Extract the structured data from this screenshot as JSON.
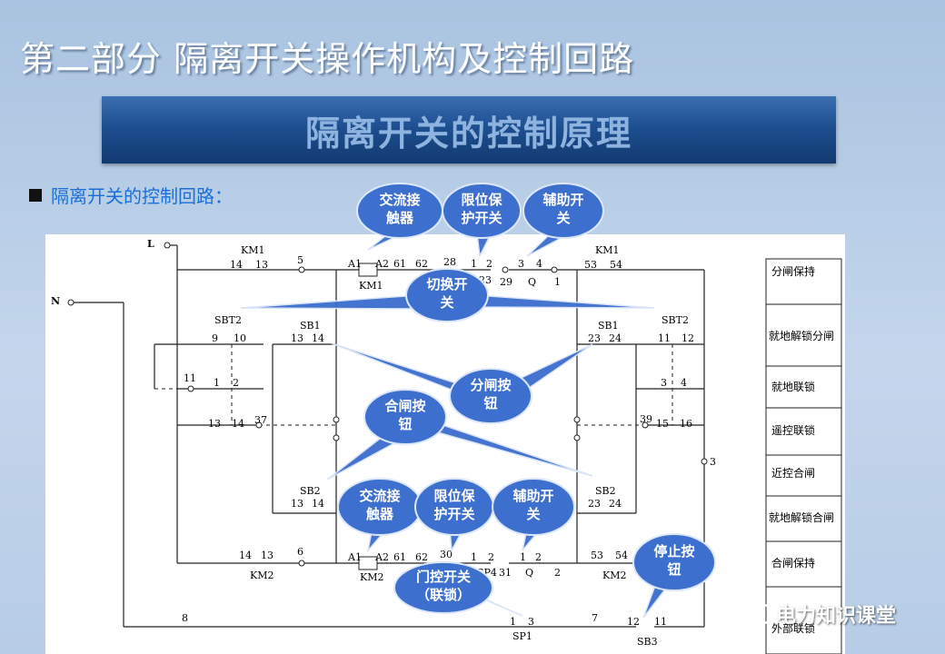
{
  "slide": {
    "title": "第二部分 隔离开关操作机构及控制回路",
    "banner": "隔离开关的控制原理",
    "bullet": "隔离开关的控制回路："
  },
  "callouts": [
    {
      "id": "c1",
      "text": "交流接\n触器"
    },
    {
      "id": "c2",
      "text": "限位保\n护开关"
    },
    {
      "id": "c3",
      "text": "辅助开\n关"
    },
    {
      "id": "c4",
      "text": "切换开\n关"
    },
    {
      "id": "c5",
      "text": "分闸按\n钮"
    },
    {
      "id": "c6",
      "text": "合闸按\n钮"
    },
    {
      "id": "c7",
      "text": "交流接\n触器"
    },
    {
      "id": "c8",
      "text": "限位保\n护开关"
    },
    {
      "id": "c9",
      "text": "辅助开\n关"
    },
    {
      "id": "c10",
      "text": "停止按\n钮"
    },
    {
      "id": "c11",
      "text": "门控开关\n（联锁）"
    }
  ],
  "legend": [
    "分闸保持",
    "就地解锁分闸",
    "就地联锁",
    "遥控联锁",
    "近控合闸",
    "就地解锁合闸",
    "合闸保持",
    "外部联锁"
  ],
  "labels": {
    "L": "L",
    "N": "N",
    "km1_a": "KM1",
    "km1_b": "KM1",
    "km1_coil": "KM1",
    "km2_a": "KM2",
    "km2_b": "KM2",
    "km2_coil": "KM2",
    "sbt2_l": "SBT2",
    "sbt2_r": "SBT2",
    "sb1_l": "SB1",
    "sb1_r": "SB1",
    "sb2_l": "SB2",
    "sb2_r": "SB2",
    "sp1": "SP1",
    "sp4": "SP4",
    "sb3": "SB3",
    "q1": "Q",
    "q2": "Q",
    "n14a": "14",
    "n13a": "13",
    "n5": "5",
    "nA1a": "A1",
    "nA2a": "A2",
    "n61a": "61",
    "n62a": "62",
    "n28": "28",
    "n1a": "1",
    "n2a": "2",
    "n23a": "23",
    "n29": "29",
    "n3a": "3",
    "n4a": "4",
    "n1b": "1",
    "n53a": "53",
    "n54a": "54",
    "n9": "9",
    "n10": "10",
    "n13b": "13",
    "n14b": "14",
    "n23b": "23",
    "n24b": "24",
    "n11b": "11",
    "n12b": "12",
    "n11": "11",
    "n1c": "1",
    "n2c": "2",
    "n3c": "3",
    "n4c": "4",
    "n13c": "13",
    "n14c": "14",
    "n37": "37",
    "n39": "39",
    "n15": "15",
    "n16": "16",
    "n13d": "13",
    "n14d": "14",
    "n23d": "23",
    "n24d": "24",
    "n3r": "3",
    "n14e": "14",
    "n13e": "13",
    "n6": "6",
    "nA1b": "A1",
    "nA2b": "A2",
    "n61b": "61",
    "n62b": "62",
    "n30": "30",
    "n1d": "1",
    "n2d": "2",
    "n31": "31",
    "n1e": "1",
    "n2e": "2",
    "n2f": "2",
    "n53b": "53",
    "n54b": "54",
    "n8": "8",
    "n1f": "1",
    "n3f": "3",
    "n7": "7",
    "n12f": "12",
    "n11f": "11"
  },
  "watermark": "电力知识课堂"
}
